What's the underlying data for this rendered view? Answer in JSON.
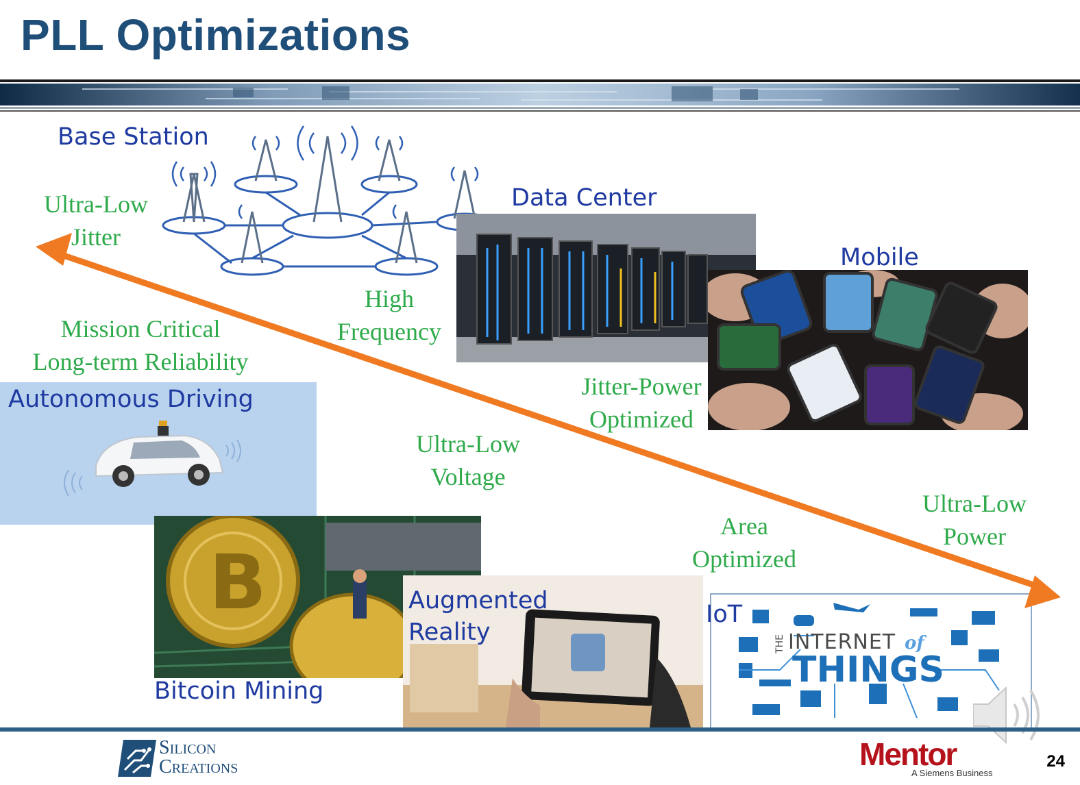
{
  "slide": {
    "title": "PLL Optimizations",
    "page_number": "24"
  },
  "categories": {
    "base_station": "Base Station",
    "data_center": "Data Center",
    "mobile": "Mobile",
    "autonomous_driving": "Autonomous Driving",
    "bitcoin_mining": "Bitcoin Mining",
    "augmented_reality": "Augmented\nReality",
    "iot": "IoT"
  },
  "features": {
    "ultra_low_jitter": "Ultra-Low\nJitter",
    "high_frequency": "High\nFrequency",
    "mission_critical": "Mission Critical\nLong-term Reliability",
    "jitter_power": "Jitter-Power\nOptimized",
    "ultra_low_voltage": "Ultra-Low\nVoltage",
    "area_optimized": "Area\nOptimized",
    "ultra_low_power": "Ultra-Low\nPower"
  },
  "iot_graphic": {
    "the": "THE",
    "internet": "INTERNET",
    "of": "of",
    "things": "THINGS"
  },
  "logos": {
    "silicon": "Silicon",
    "creations": "Creations",
    "mentor": "Mentor",
    "mentor_tag": "A Siemens Business"
  },
  "colors": {
    "title": "#1f4e79",
    "category": "#1f3aa0",
    "feature": "#2eaa4a",
    "arrow": "#f07a22",
    "footer": "#2e5f86",
    "mentor_red": "#b5121b"
  }
}
